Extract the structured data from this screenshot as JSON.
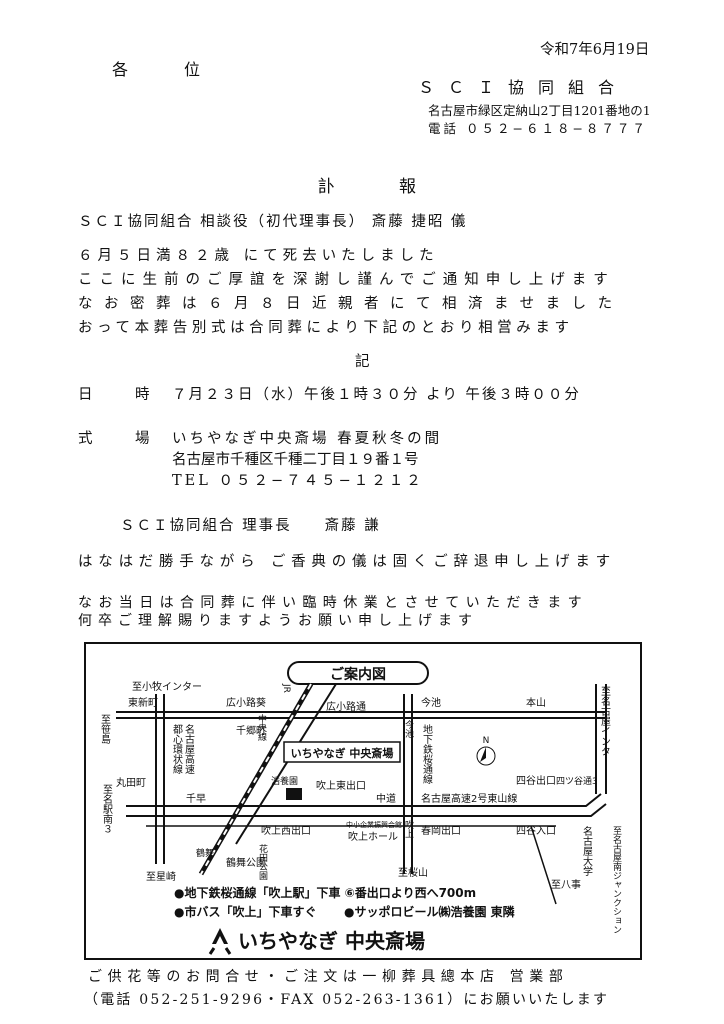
{
  "header": {
    "date": "令和7年6月19日",
    "addressee": "各　　位",
    "org_name": "ＳＣＩ協同組合",
    "org_address": "名古屋市緑区定納山2丁目1201番地の1",
    "org_phone": "電話 ０５２−６１８−８７７７"
  },
  "title": "訃　　報",
  "deceased_line": "ＳＣＩ協同組合 相談役（初代理事長） 斎藤 捷昭 儀",
  "body_lines": [
    "６月５日満８２歳 にて死去いたしました",
    "ここに生前のご厚誼を深謝し謹んでご通知申し上げます",
    "なお密葬は６月８日近親者にて相済ませました",
    "おって本葬告別式は合同葬により下記のとおり相営みます"
  ],
  "ki": "記",
  "schedule": {
    "label": "日　時",
    "value": "７月２３日（水）午後１時３０分 より 午後３時００分"
  },
  "venue": {
    "label": "式　場",
    "name": "いちやなぎ中央斎場 春夏秋冬の間",
    "address": "名古屋市千種区千種二丁目１９番１号",
    "tel": "TEL ０５２−７４５−１２１２"
  },
  "chief": "ＳＣＩ協同組合 理事長　　斎藤 謙",
  "declines_line": "はなはだ勝手ながら ご香典の儀は固くご辞退申し上げます",
  "closing_lines": [
    "なお当日は合同葬に伴い臨時休業とさせていただきます",
    "何卒ご理解賜りますようお願い申し上げます"
  ],
  "map": {
    "title": "ご案内図",
    "labels": {
      "komaki_ic": "至小牧インター",
      "higashi_shinmachi": "東新町",
      "hirokoji_sakae": "広小路葵",
      "hirokoji_dori": "広小路通",
      "imaike": "今池",
      "motoyama": "本山",
      "to_nagoya_ic": "至名古屋インター",
      "to_sasashima": "至笹島",
      "toshin_kanjo": "都心環状線",
      "nagoya_expressway": "名古屋高速",
      "chikusa_station": "千郷町",
      "chuo_line": "中央線",
      "jr_line": "JR",
      "kouyouen": "浩養園",
      "marutamachi": "丸田町",
      "to_nagoya_minami": "至名駅南３",
      "chihaya": "千早",
      "fukiage_higashi": "吹上東出口",
      "nakamichi": "中道",
      "imaike_road": "今池",
      "subway_sakuradori": "地下鉄桜通線",
      "venue_label": "いちやなぎ 中央斎場",
      "north": "N",
      "expressway2": "名古屋高速2号東山線",
      "yotsuya_deguchi": "四谷出口",
      "yotsuya_dori3": "四ツ谷通3",
      "fukiage_nishi": "吹上西出口",
      "hanada_park": "花田公園",
      "chusho_kaikan": "中小企業振興会館",
      "fukiage_hall": "吹上ホール",
      "fukiage_road": "吹上",
      "harukaoka_deguchi": "春岡出口",
      "yotsuya_iriguchi": "四谷入口",
      "meidai": "名古屋大学",
      "tsurumai_park": "鶴舞公園",
      "tsurumai": "鶴舞",
      "to_hoshizaki": "至星崎",
      "to_sakurayama": "至桜山",
      "to_yagoto": "至八事",
      "to_minami_jct": "至名古屋南ジャンクション"
    },
    "directions": [
      "●地下鉄桜通線「吹上駅」下車 ⑥番出口より西へ700m",
      "●市バス「吹上」下車すぐ",
      "●サッポロビール㈱浩養園 東隣"
    ],
    "brand": "いちやなぎ 中央斎場"
  },
  "footer": [
    "ご供花等のお問合せ・ご注文は一柳葬具總本店 営業部",
    "（電話 052-251-9296・FAX 052-263-1361）にお願いいたします"
  ]
}
